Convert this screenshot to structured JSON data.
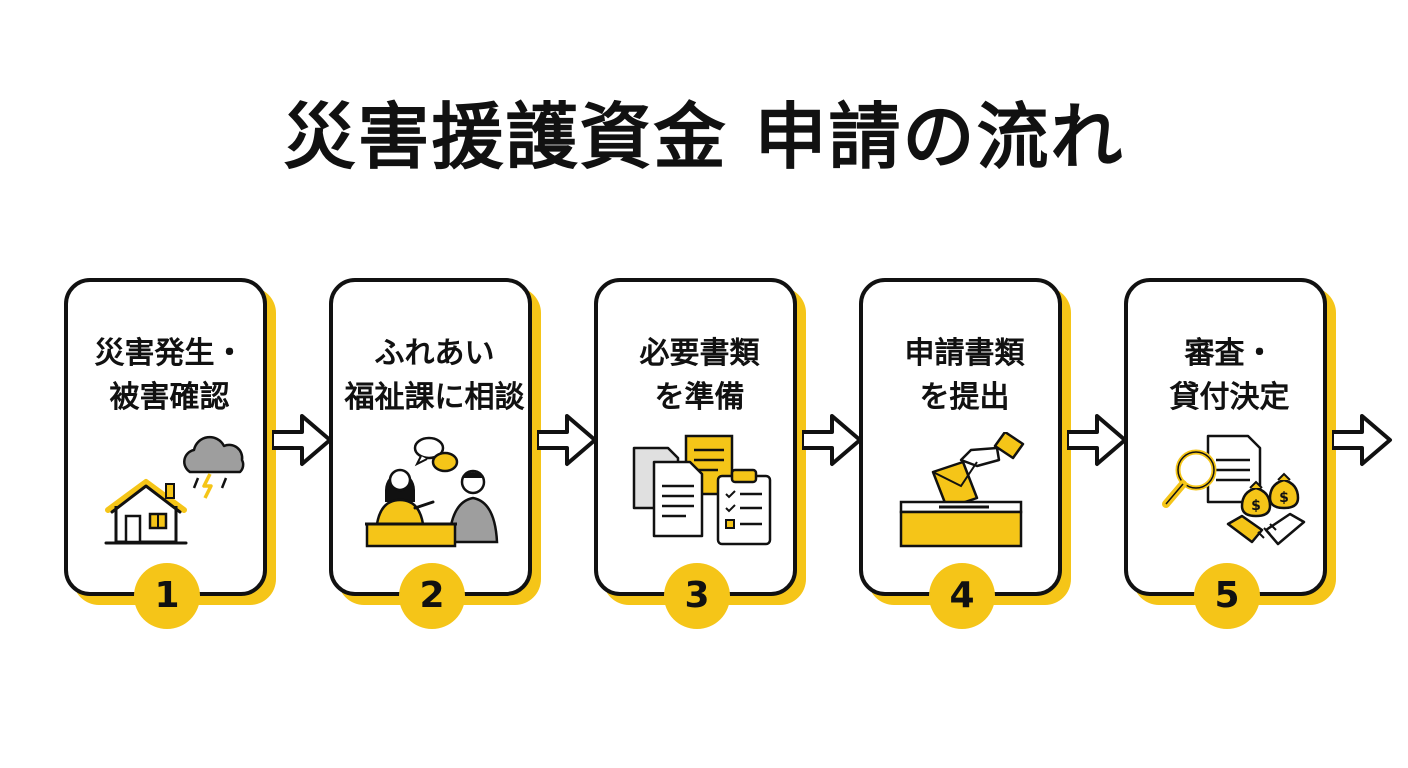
{
  "title": "災害援護資金 申請の流れ",
  "colors": {
    "accent": "#F5C518",
    "ink": "#111111",
    "gray": "#9E9E9E"
  },
  "steps": [
    {
      "number": "1",
      "line1": "災害発生・",
      "line2": "被害確認",
      "icon": "house-storm-icon"
    },
    {
      "number": "2",
      "line1": "ふれあい",
      "line2": "福祉課に相談",
      "icon": "consultation-icon"
    },
    {
      "number": "3",
      "line1": "必要書類",
      "line2": "を準備",
      "icon": "documents-icon"
    },
    {
      "number": "4",
      "line1": "申請書類",
      "line2": "を提出",
      "icon": "ballot-box-icon"
    },
    {
      "number": "5",
      "line1": "審査・",
      "line2": "貸付決定",
      "icon": "review-loan-icon"
    }
  ]
}
